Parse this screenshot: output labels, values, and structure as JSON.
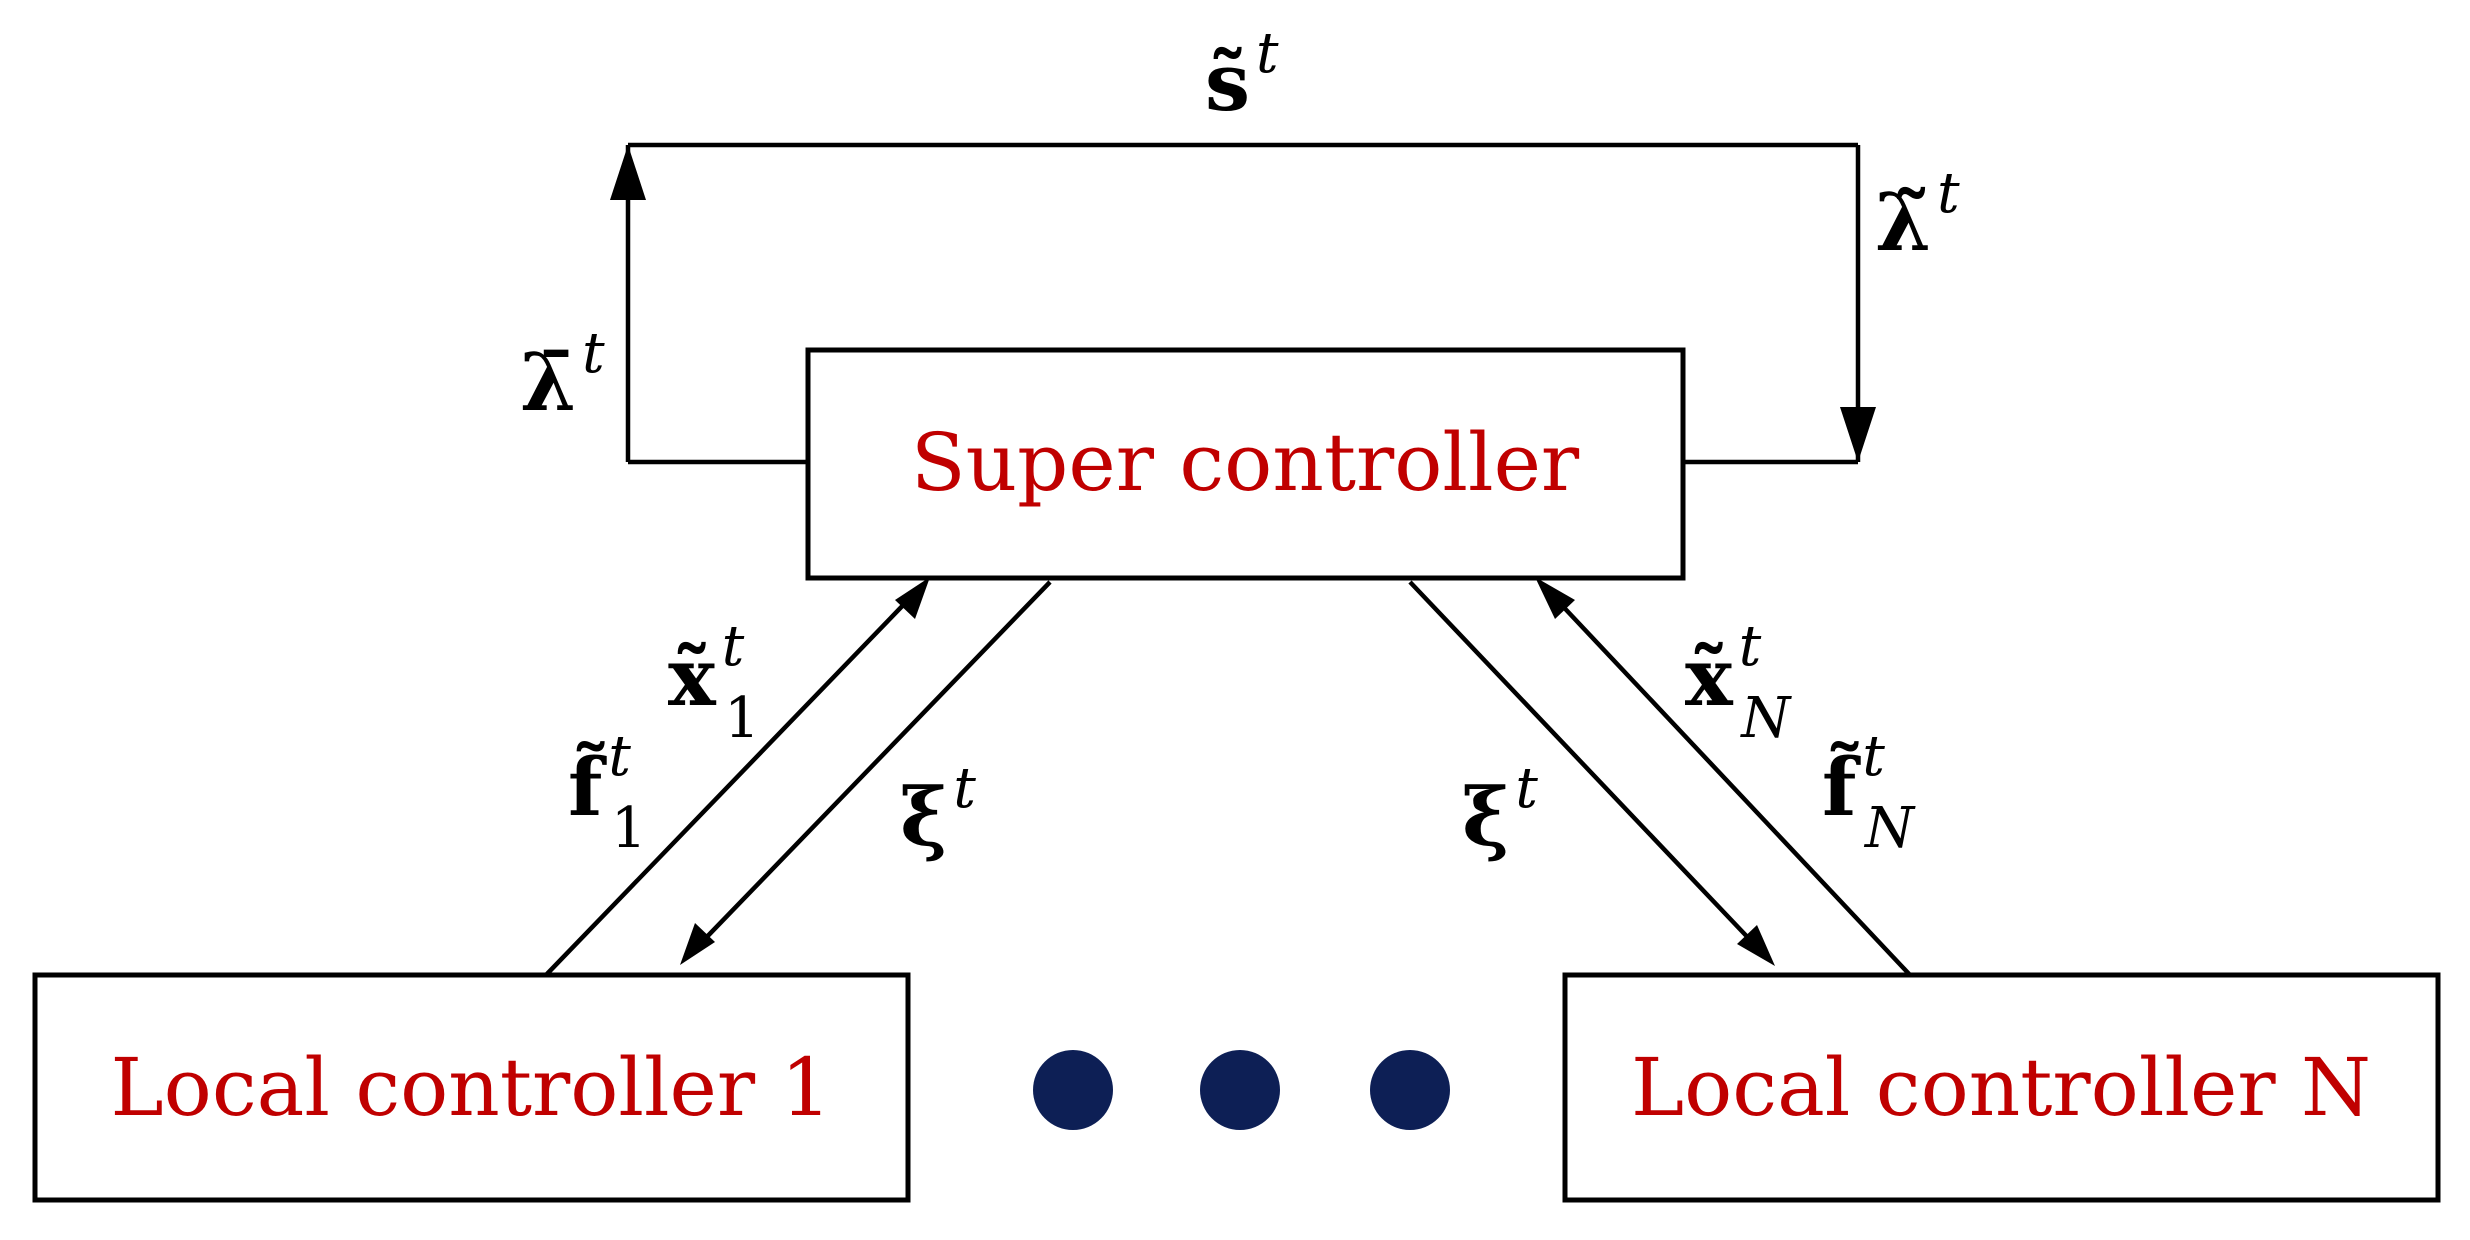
{
  "nodes": {
    "super": "Super controller",
    "local_1": "Local controller 1",
    "local_n": "Local controller N"
  },
  "labels": {
    "s_tilde": {
      "base": "s̃",
      "sup": "t"
    },
    "lambda_tilde": {
      "base": "λ̃",
      "sup": "t"
    },
    "lambda_bar": {
      "base": "λ̄",
      "sup": "t"
    },
    "x1": {
      "base": "x̃",
      "sup": "t",
      "sub": "1"
    },
    "f1": {
      "base": "f̃",
      "sup": "t",
      "sub": "1"
    },
    "xi_left": {
      "base": "ξ",
      "sup": "t"
    },
    "xi_right": {
      "base": "ξ",
      "sup": "t"
    },
    "xN": {
      "base": "x̃",
      "sup": "t",
      "sub": "N"
    },
    "fN": {
      "base": "f̃",
      "sup": "t",
      "sub": "N"
    }
  },
  "colors": {
    "node_text": "#c00000",
    "line": "#000000",
    "dots": "#0d1f55"
  }
}
